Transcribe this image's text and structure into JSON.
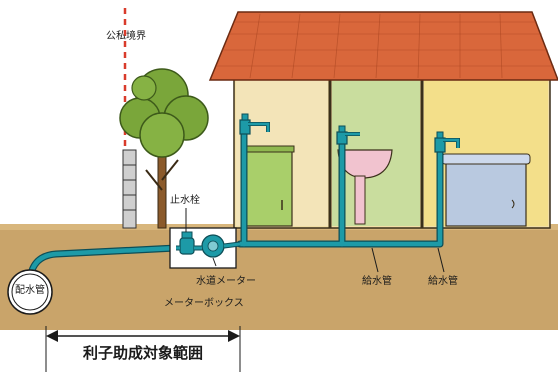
{
  "labels": {
    "boundary": "公私境界",
    "stopcock": "止水栓",
    "main_pipe": "配水管",
    "water_meter": "水道メーター",
    "meter_box": "メーターボックス",
    "supply_pipe_1": "給水管",
    "supply_pipe_2": "給水管",
    "subsidy_range": "利子助成対象範囲"
  },
  "colors": {
    "pipe": "#1d7f8c",
    "pipe_outline": "#0d4e57",
    "soil": "#c9a46a",
    "boundary_line": "#d93b2b",
    "roof": "#d9673b",
    "wall": "#f2dfa6",
    "kitchen_bg": "#c9dd9e",
    "bath_bg": "#f3df8a",
    "toilet_tank": "#9cc3c5",
    "tub": "#b9c9e0",
    "tree_leaves": "#7aa63a"
  },
  "icons": [
    "tree-icon",
    "house-icon",
    "faucet-icon",
    "washbasin-icon",
    "toilet-icon",
    "bathtub-icon",
    "water-meter-icon",
    "stopcock-icon"
  ]
}
